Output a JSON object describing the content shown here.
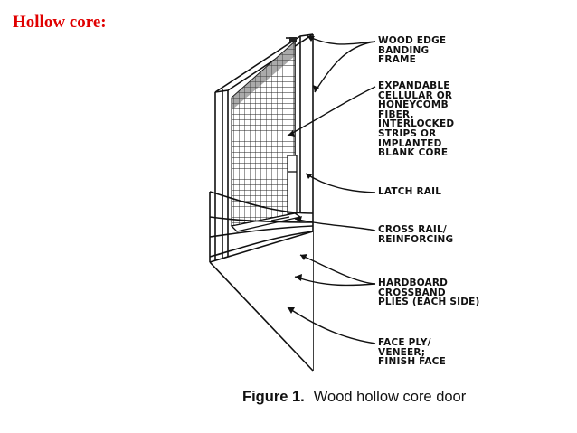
{
  "page": {
    "title": "Hollow core:",
    "title_color": "#e00000"
  },
  "diagram": {
    "callouts": [
      {
        "id": "wood-edge-banding-frame",
        "text": "WOOD EDGE\nBANDING\nFRAME"
      },
      {
        "id": "expandable-core",
        "text": "EXPANDABLE\nCELLULAR OR\nHONEYCOMB\nFIBER,\nINTERLOCKED\nSTRIPS OR\nIMPLANTED\nBLANK CORE"
      },
      {
        "id": "latch-rail",
        "text": "LATCH RAIL"
      },
      {
        "id": "cross-rail",
        "text": "CROSS RAIL/\nREINFORCING"
      },
      {
        "id": "hardboard-crossband",
        "text": "HARDBOARD\nCROSSBAND\nPLIES (EACH SIDE)"
      },
      {
        "id": "face-ply",
        "text": "FACE PLY/\nVENEER;\nFINISH FACE"
      }
    ],
    "caption": {
      "figure_label": "Figure 1.",
      "text": "Wood hollow core door"
    }
  }
}
